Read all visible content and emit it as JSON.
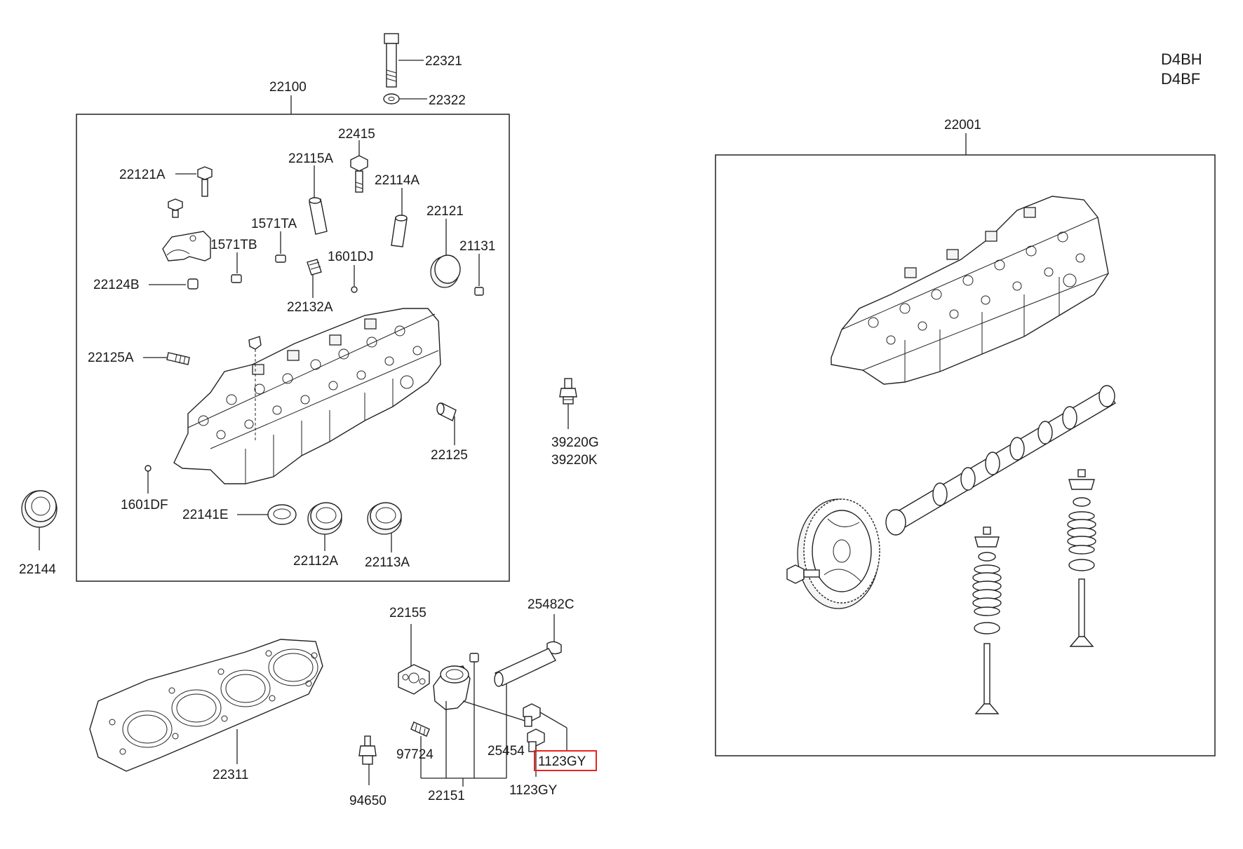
{
  "model_codes": [
    "D4BH",
    "D4BF"
  ],
  "assemblies": {
    "cylinder_head_group": "22100",
    "cylinder_head_assy": "22001"
  },
  "parts": {
    "bolt_22321": "22321",
    "washer_22322": "22322",
    "bolt_22415": "22415",
    "pin_22115A": "22115A",
    "bolt_22121A": "22121A",
    "guide_22114A": "22114A",
    "plug_22121": "22121",
    "plug_1571TA": "1571TA",
    "plug_1571TB": "1571TB",
    "ball_1601DJ": "1601DJ",
    "plug_21131": "21131",
    "bushing_22124B": "22124B",
    "fitting_22132A": "22132A",
    "stud_22125A": "22125A",
    "dowel_22125": "22125",
    "ball_1601DF": "1601DF",
    "seal_22141E": "22141E",
    "seal_22112A": "22112A",
    "seal_22113A": "22113A",
    "oil_seal_22144": "22144",
    "sensor_39220G": "39220G",
    "sensor_39220K": "39220K",
    "gasket_22155": "22155",
    "clamp_25482C": "25482C",
    "hose_25454": "25454",
    "bolt_1123GY_a": "1123GY",
    "bolt_1123GY_b": "1123GY",
    "stud_97724": "97724",
    "fitting_22151": "22151",
    "head_gasket_22311": "22311",
    "sender_94650": "94650"
  },
  "highlighted_part": "1123GY",
  "colors": {
    "line": "#222222",
    "highlight": "#e8231f",
    "background": "#ffffff"
  }
}
